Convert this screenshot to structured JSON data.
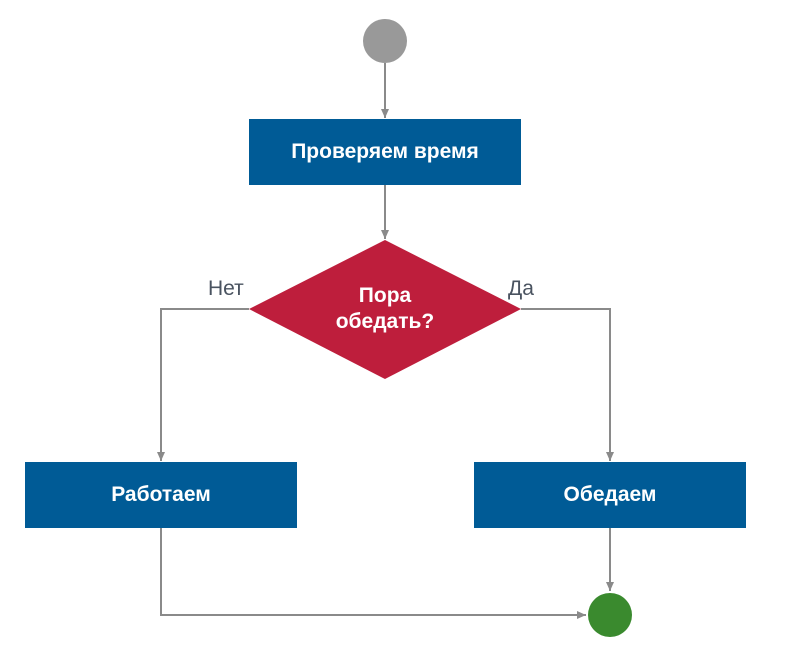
{
  "diagram": {
    "nodes": {
      "start": {
        "kind": "start"
      },
      "check_time": {
        "kind": "action",
        "label": "Проверяем время"
      },
      "decision": {
        "kind": "decision",
        "label_line1": "Пора",
        "label_line2": "обедать?"
      },
      "work": {
        "kind": "action",
        "label": "Работаем"
      },
      "lunch": {
        "kind": "action",
        "label": "Обедаем"
      },
      "end": {
        "kind": "end"
      }
    },
    "edges": {
      "no_label": "Нет",
      "yes_label": "Да"
    }
  }
}
